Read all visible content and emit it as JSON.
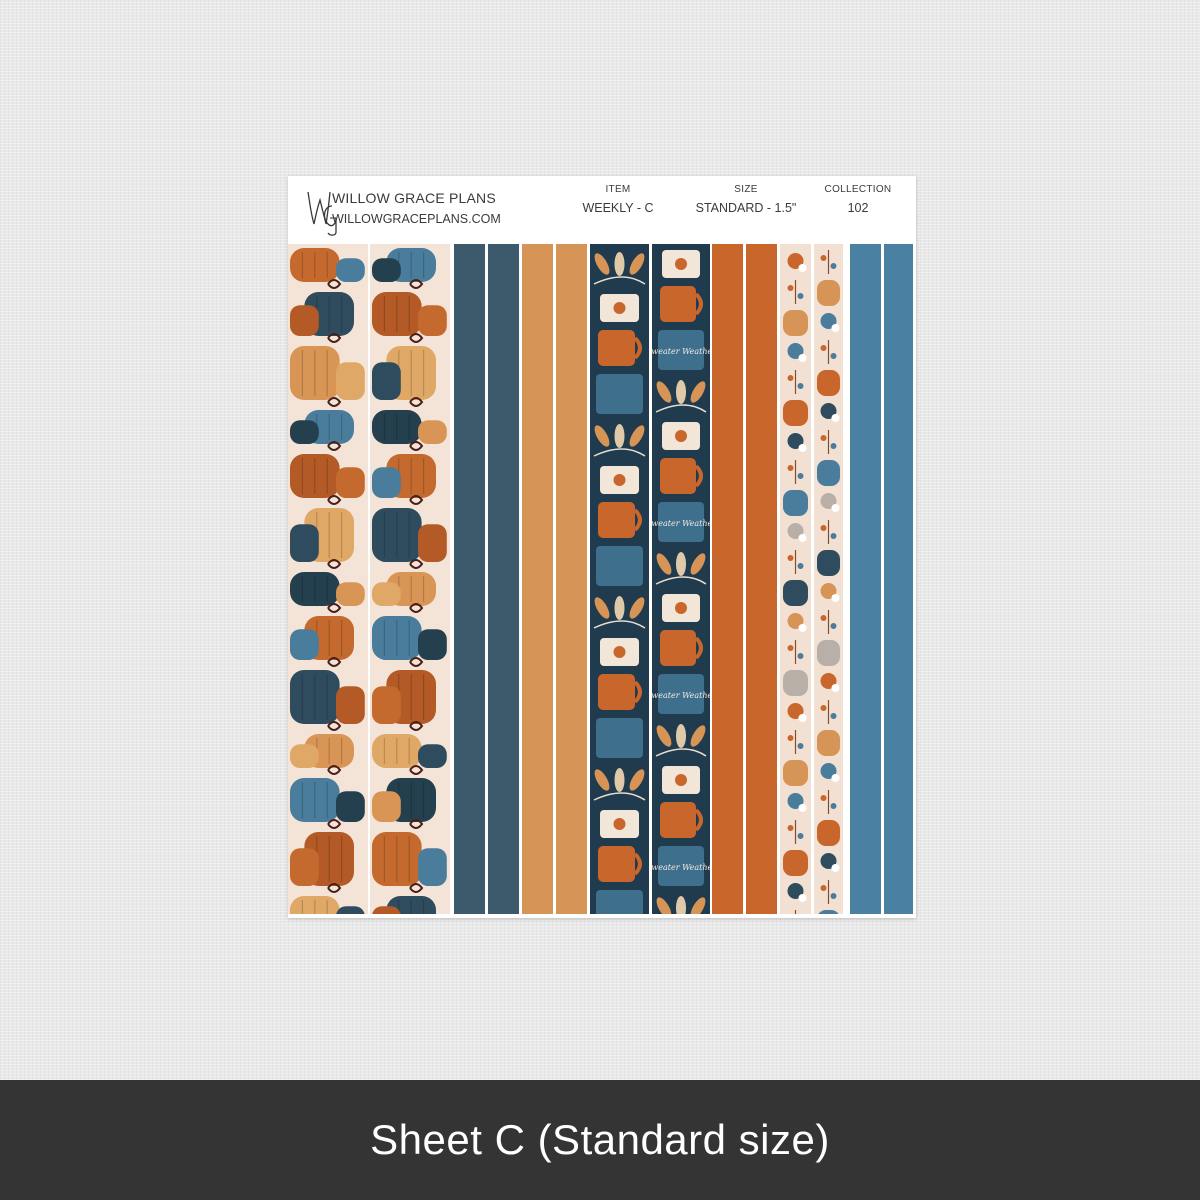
{
  "brand": {
    "name": "WILLOW GRACE PLANS",
    "url": "WILLOWGRACEPLANS.COM",
    "logo_icon": "wg-monogram-icon"
  },
  "meta": {
    "item_label": "ITEM",
    "item_value": "WEEKLY - C",
    "size_label": "SIZE",
    "size_value": "STANDARD - 1.5\"",
    "collection_label": "COLLECTION",
    "collection_value": "102"
  },
  "colors": {
    "navy": "#3d5a6c",
    "tan": "#d69456",
    "rust": "#c8662c",
    "blue": "#4a80a1",
    "cream": "#f4e4d8",
    "dark_navy": "#1f3b4d",
    "footer": "#343434"
  },
  "strips": [
    {
      "pattern": "pumpkins"
    },
    {
      "pattern": "pumpkins"
    },
    {
      "pattern": "solid-navy"
    },
    {
      "pattern": "solid-navy"
    },
    {
      "pattern": "solid-tan"
    },
    {
      "pattern": "solid-tan"
    },
    {
      "pattern": "mugs-leaves"
    },
    {
      "pattern": "mugs-sweater-weather"
    },
    {
      "pattern": "solid-rust"
    },
    {
      "pattern": "solid-rust"
    },
    {
      "pattern": "floral-narrow"
    },
    {
      "pattern": "floral-narrow"
    },
    {
      "pattern": "solid-blue"
    },
    {
      "pattern": "solid-blue"
    }
  ],
  "pattern_text": "Sweater Weather",
  "footer": {
    "caption": "Sheet C (Standard size)"
  }
}
